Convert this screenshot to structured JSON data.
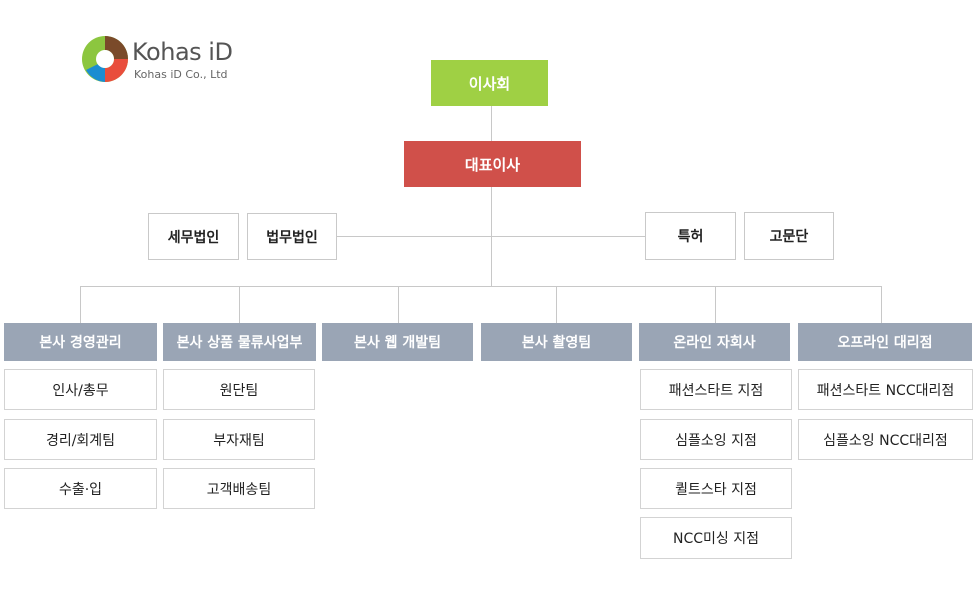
{
  "logo": {
    "name": "Kohas iD",
    "sub": "Kohas iD Co., Ltd",
    "colors": {
      "green": "#8cc63f",
      "red": "#e94e3c",
      "blue": "#1b8dd1",
      "brown": "#7a4a2a",
      "text": "#666666"
    }
  },
  "board": {
    "label": "이사회",
    "color": "#9fd044"
  },
  "ceo": {
    "label": "대표이사",
    "color": "#d0504a"
  },
  "advisors": {
    "left": [
      "세무법인",
      "법무법인"
    ],
    "right": [
      "특허",
      "고문단"
    ]
  },
  "departments": [
    {
      "label": "본사 경영관리",
      "teams": [
        "인사/총무",
        "경리/회계팀",
        "수출·입"
      ]
    },
    {
      "label": "본사 상품 물류사업부",
      "teams": [
        "원단팀",
        "부자재팀",
        "고객배송팀"
      ]
    },
    {
      "label": "본사 웹 개발팀",
      "teams": []
    },
    {
      "label": "본사 촬영팀",
      "teams": []
    },
    {
      "label": "온라인 자회사",
      "teams": [
        "패션스타트 지점",
        "심플소잉 지점",
        "퀼트스타 지점",
        "NCC미싱 지점"
      ]
    },
    {
      "label": "오프라인 대리점",
      "teams": [
        "패션스타트 NCC대리점",
        "심플소잉 NCC대리점"
      ]
    }
  ],
  "colors": {
    "department": "#9aa5b5",
    "line": "#c8c8c8"
  }
}
